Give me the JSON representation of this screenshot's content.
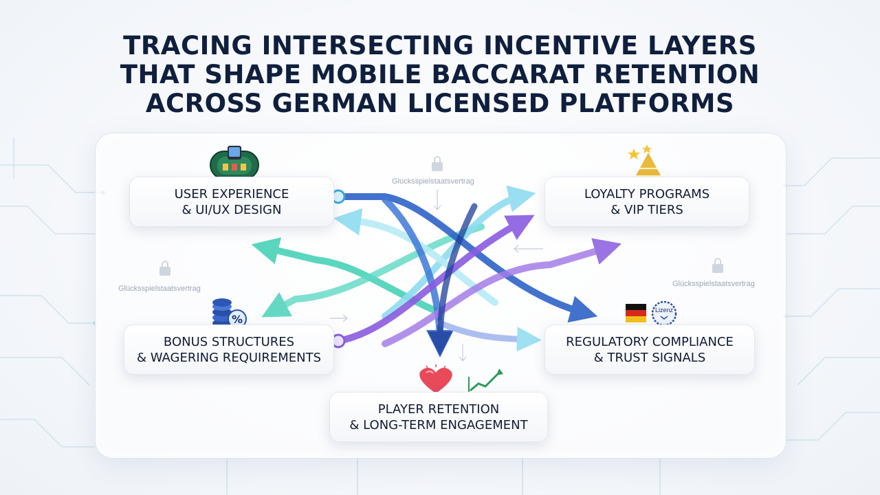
{
  "title": {
    "line1": "TRACING INTERSECTING INCENTIVE LAYERS",
    "line2": "THAT SHAPE MOBILE BACCARAT RETENTION",
    "line3": "ACROSS GERMAN LICENSED PLATFORMS"
  },
  "nodes": {
    "user_experience": {
      "line1": "USER EXPERIENCE",
      "line2": "& UI/UX DESIGN",
      "icon": "mobile-baccarat-table-icon"
    },
    "loyalty": {
      "line1": "LOYALTY PROGRAMS",
      "line2": "& VIP TIERS",
      "icon": "stars-pyramid-icon"
    },
    "bonus": {
      "line1": "BONUS STRUCTURES",
      "line2": "& WAGERING REQUIREMENTS",
      "icon": "coin-stack-percent-icon"
    },
    "regulatory": {
      "line1": "REGULATORY COMPLIANCE",
      "line2": "& TRUST SIGNALS",
      "icon": "german-flag-license-seal-icon",
      "seal_text": "Lizenz"
    },
    "retention": {
      "line1": "PLAYER RETENTION",
      "line2": "& LONG-TERM ENGAGEMENT",
      "icon": "heart-growth-chart-icon"
    }
  },
  "annotations": {
    "treaty_label": "Glücksspielstaatsvertrag"
  },
  "colors": {
    "title": "#0f1f3d",
    "teal": "#3fd0b4",
    "light_blue": "#8fdcf0",
    "blue": "#2f63c8",
    "purple": "#8a5ce0",
    "navy": "#1e3f99"
  }
}
